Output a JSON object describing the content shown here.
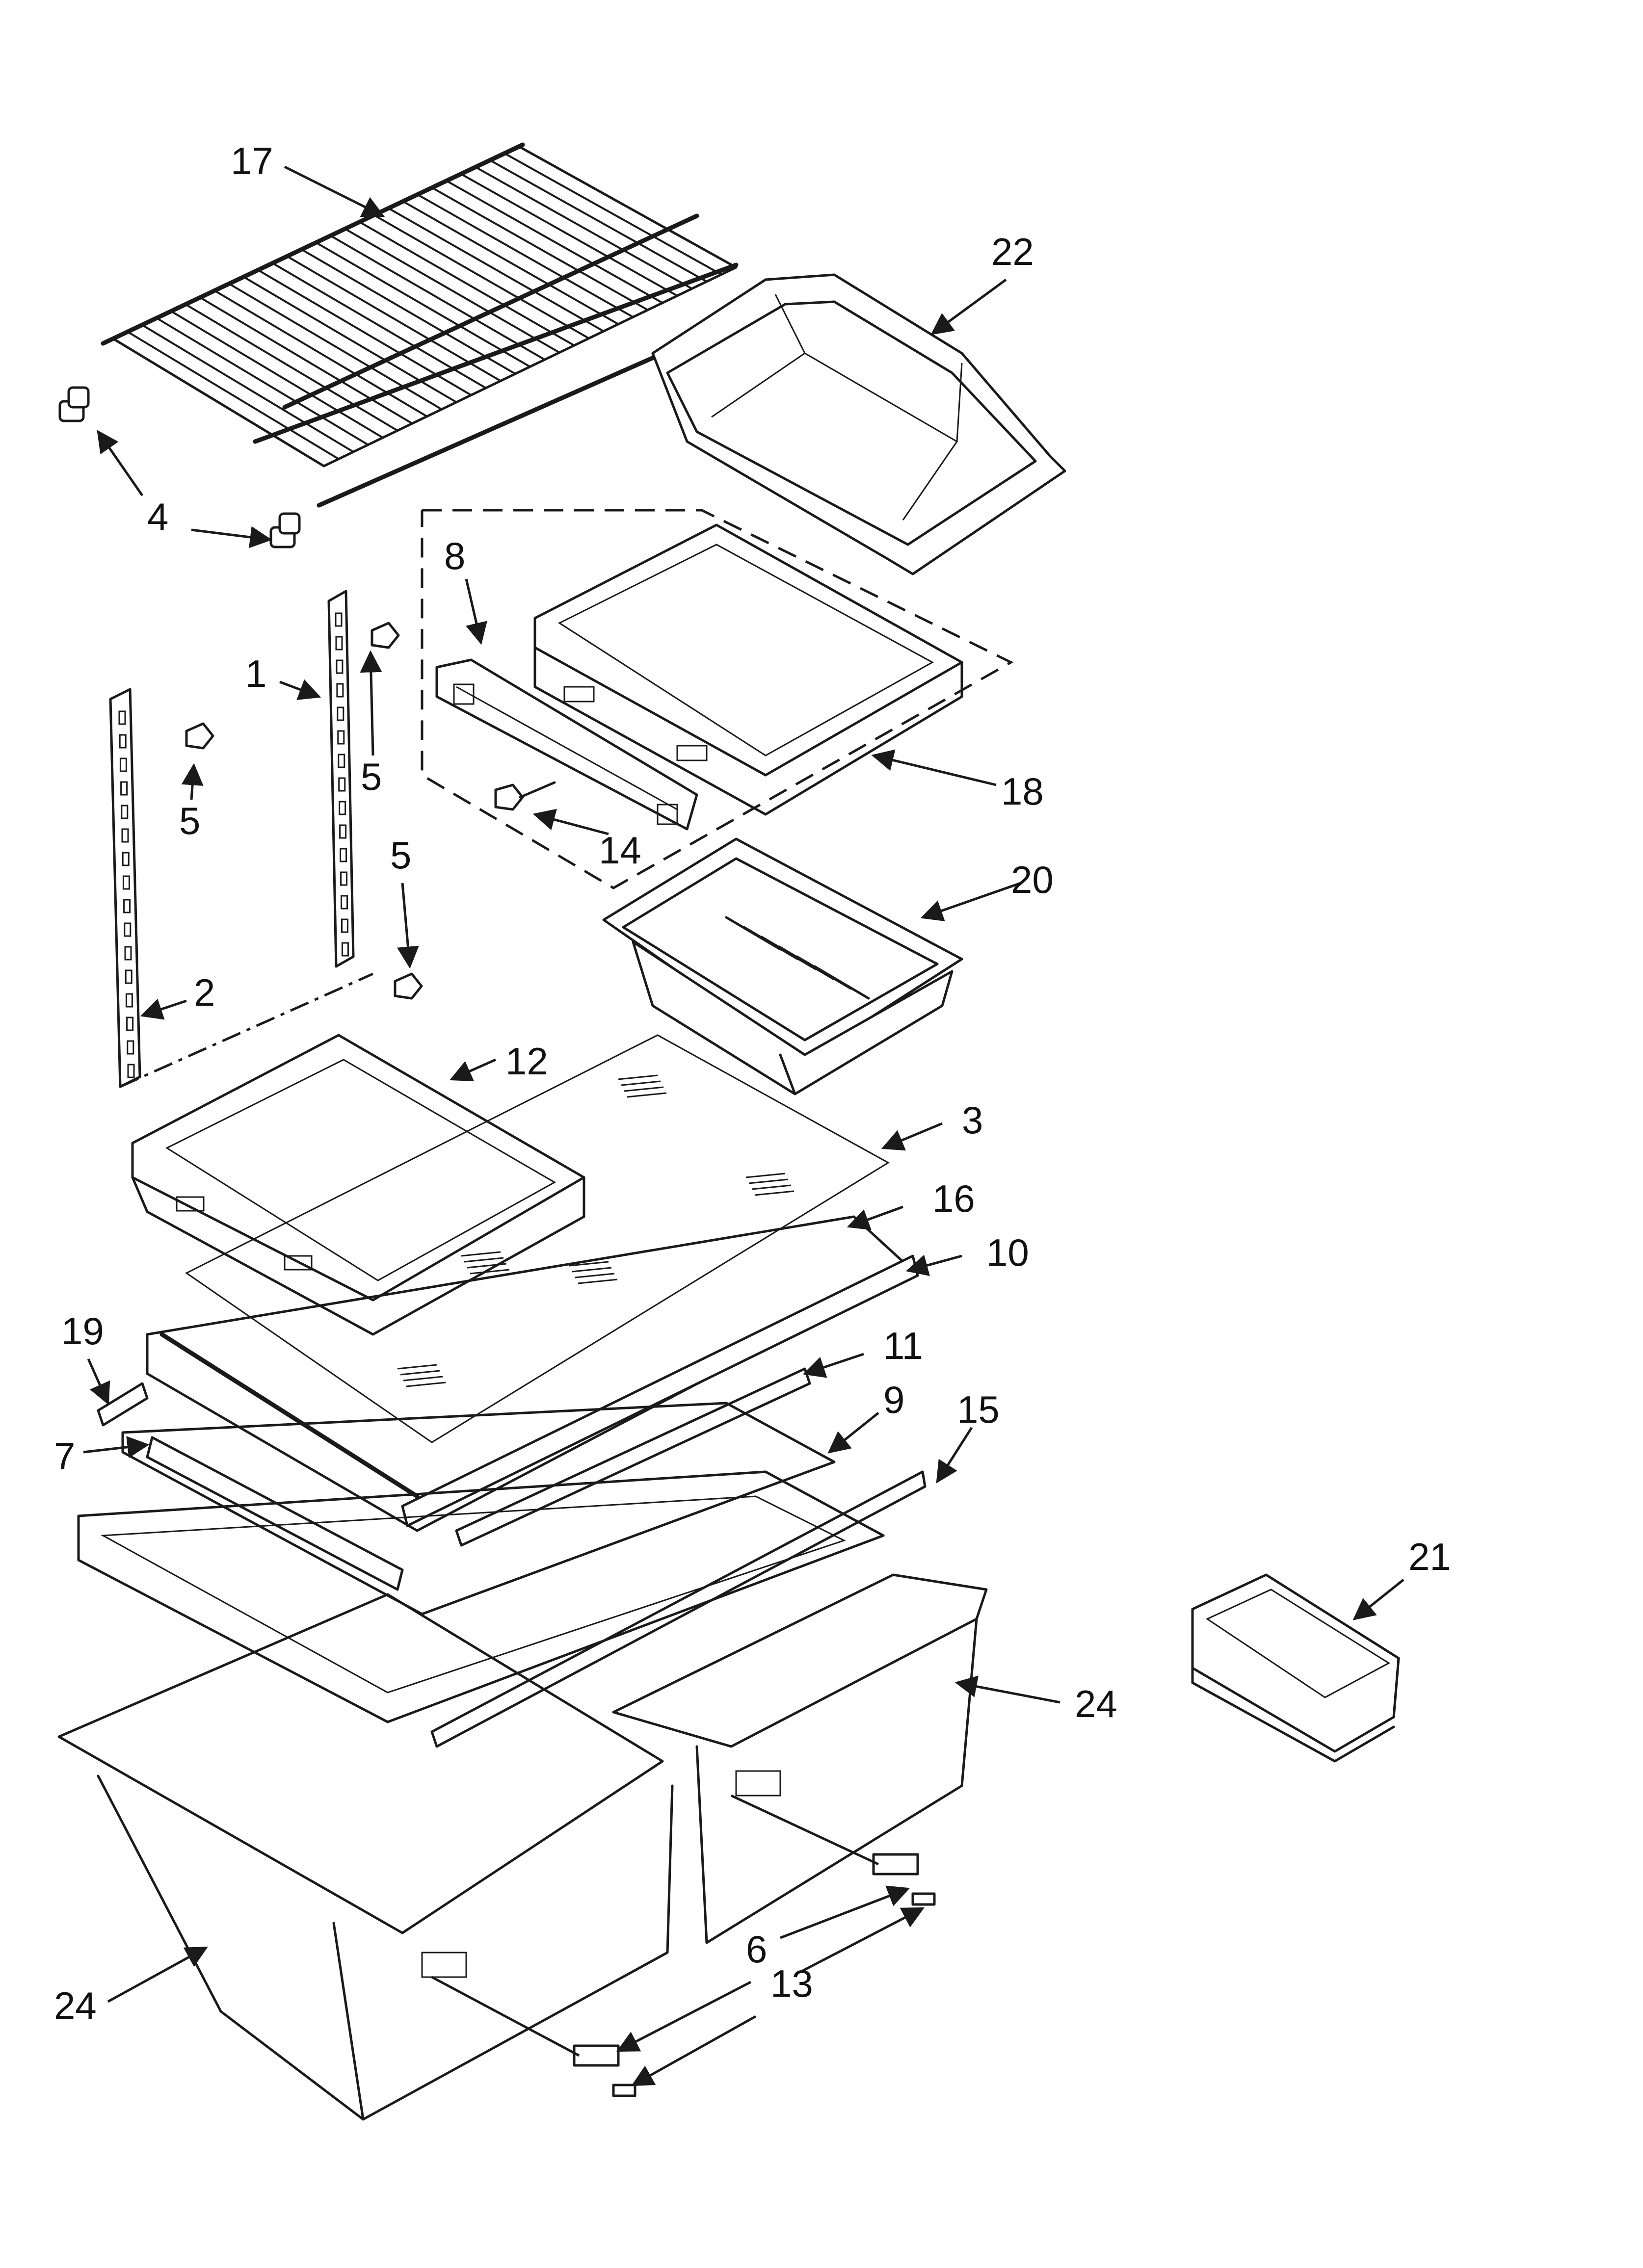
{
  "diagram": {
    "callouts": [
      {
        "id": "c17a",
        "label": "17"
      },
      {
        "id": "c22",
        "label": "22"
      },
      {
        "id": "c4",
        "label": "4"
      },
      {
        "id": "c8",
        "label": "8"
      },
      {
        "id": "c1",
        "label": "1"
      },
      {
        "id": "c5a",
        "label": "5"
      },
      {
        "id": "c5b",
        "label": "5"
      },
      {
        "id": "c5c",
        "label": "5"
      },
      {
        "id": "c18",
        "label": "18"
      },
      {
        "id": "c14",
        "label": "14"
      },
      {
        "id": "c20",
        "label": "20"
      },
      {
        "id": "c2",
        "label": "2"
      },
      {
        "id": "c12",
        "label": "12"
      },
      {
        "id": "c3",
        "label": "3"
      },
      {
        "id": "c16",
        "label": "16"
      },
      {
        "id": "c10",
        "label": "10"
      },
      {
        "id": "c19",
        "label": "19"
      },
      {
        "id": "c11",
        "label": "11"
      },
      {
        "id": "c9",
        "label": "9"
      },
      {
        "id": "c15",
        "label": "15"
      },
      {
        "id": "c7",
        "label": "7"
      },
      {
        "id": "c21",
        "label": "21"
      },
      {
        "id": "c24a",
        "label": "24"
      },
      {
        "id": "c6",
        "label": "6"
      },
      {
        "id": "c13",
        "label": "13"
      },
      {
        "id": "c24b",
        "label": "24"
      }
    ]
  }
}
